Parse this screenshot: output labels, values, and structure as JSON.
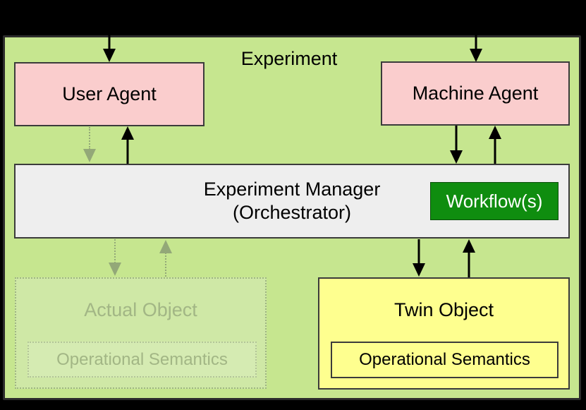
{
  "diagram": {
    "title": "Experiment",
    "colors": {
      "canvas_bg": "#000000",
      "diagram_bg": "#c6e68f",
      "diagram_border": "#2c2c2c",
      "node_border": "#3b3b3b",
      "agent_fill": "#facdcd",
      "manager_fill": "#eeeeee",
      "workflow_fill": "#0f8d0f",
      "workflow_border": "#0a4d0a",
      "workflow_text": "#ffffff",
      "twin_fill": "#feff8f",
      "ghost_fill": "#cfe8a6",
      "ghost_inner_fill": "#d5ebb2",
      "ghost_stroke": "#9fb583",
      "ghost_stroke_light": "#b3c598",
      "ghost_text": "#a2b685",
      "arrow_color": "#000000",
      "ghost_arrow": "#93a878"
    },
    "nodes": {
      "user_agent": {
        "label": "User Agent"
      },
      "machine_agent": {
        "label": "Machine Agent"
      },
      "experiment_manager": {
        "label_line1": "Experiment Manager",
        "label_line2": "(Orchestrator)"
      },
      "workflow": {
        "label": "Workflow(s)"
      },
      "actual_object": {
        "label": "Actual Object",
        "inner_label": "Operational Semantics"
      },
      "twin_object": {
        "label": "Twin Object",
        "inner_label": "Operational Semantics"
      }
    },
    "edges": [
      {
        "from": "outside-top",
        "to": "user_agent",
        "style": "solid"
      },
      {
        "from": "outside-top",
        "to": "machine_agent",
        "style": "solid"
      },
      {
        "from": "experiment_manager",
        "to": "user_agent",
        "style": "solid"
      },
      {
        "from": "user_agent",
        "to": "experiment_manager",
        "style": "dotted-ghost"
      },
      {
        "from": "machine_agent",
        "to": "experiment_manager",
        "style": "solid"
      },
      {
        "from": "experiment_manager",
        "to": "machine_agent",
        "style": "solid"
      },
      {
        "from": "experiment_manager",
        "to": "twin_object",
        "style": "solid"
      },
      {
        "from": "twin_object",
        "to": "experiment_manager",
        "style": "solid"
      },
      {
        "from": "experiment_manager",
        "to": "actual_object",
        "style": "dotted-ghost"
      },
      {
        "from": "actual_object",
        "to": "experiment_manager",
        "style": "dotted-ghost"
      }
    ]
  }
}
